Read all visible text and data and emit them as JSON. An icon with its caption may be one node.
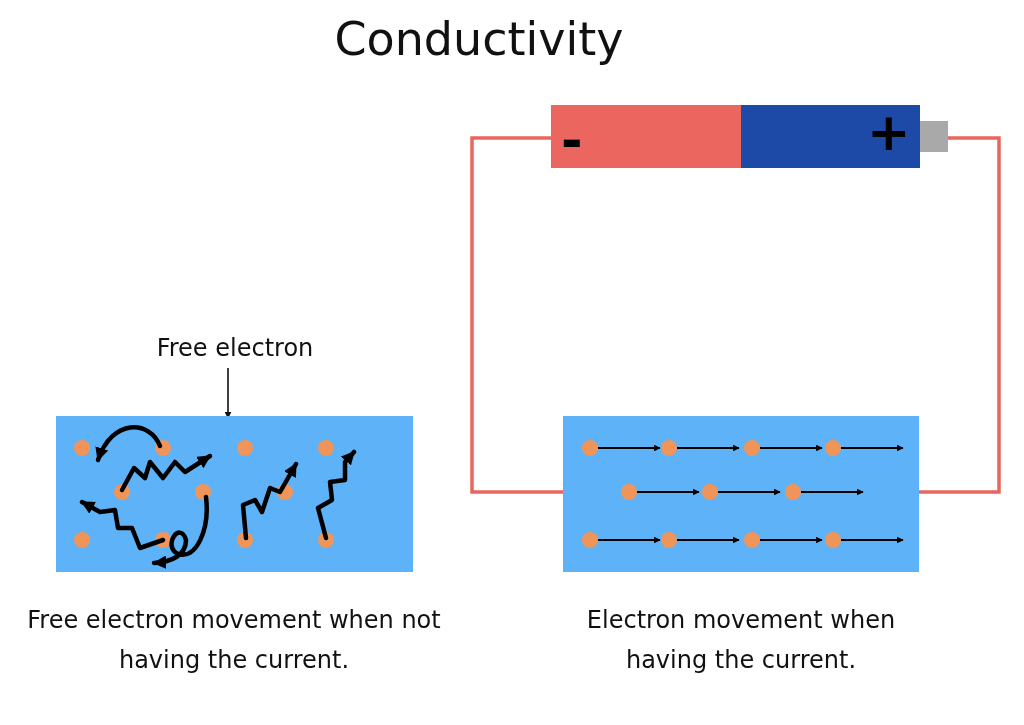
{
  "diagram": {
    "title": "Conductivity",
    "nodes": [
      {
        "text": [],
        "shape": "box",
        "beside": [
          "Free electron movement when not having the current."
        ]
      },
      {
        "text": [
          "Free electron"
        ]
      },
      {
        "text": [
          "-",
          "+"
        ]
      },
      {
        "text": [],
        "shape": "box",
        "beside": [
          "Electron movement when having the current."
        ]
      }
    ],
    "edges": [
      {
        "from": 1,
        "to": 0,
        "arrow": "to",
        "color": "#111111"
      },
      {
        "from": 2,
        "to": 3,
        "arrow": "none",
        "color": "#e8665e"
      },
      {
        "from": 2,
        "to": 3,
        "arrow": "none",
        "color": "#e8665e"
      }
    ]
  }
}
